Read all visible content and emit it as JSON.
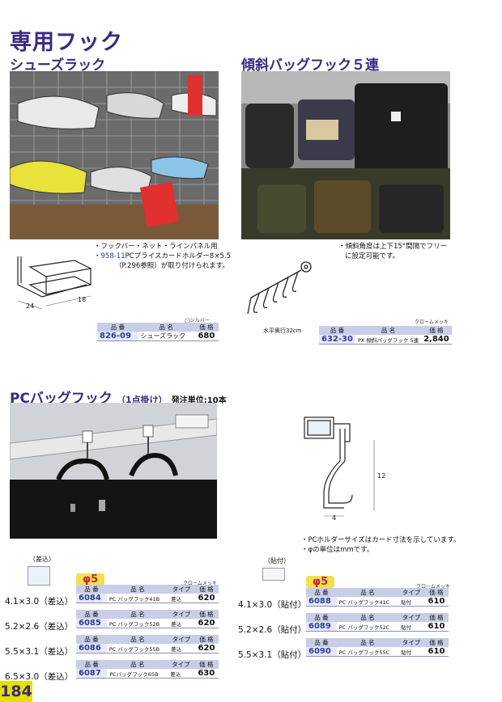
{
  "page": {
    "title": "専用フック",
    "number": "184"
  },
  "shoe_rack": {
    "subtitle": "シューズラック",
    "notes": [
      "・フックバー・ネット・ラインパネル用"
    ],
    "note_code": "958-11",
    "note_rest": "PCプライスカードホルダー8×5.5",
    "note_ref": "（P.296参照）が取り付けられます。",
    "dims": [
      "24",
      "18"
    ],
    "finish": "シルバー",
    "table": {
      "headers": [
        "品 番",
        "品 名",
        "価 格"
      ],
      "rows": [
        {
          "code": "826-09",
          "name": "シューズラック",
          "price": "680"
        }
      ]
    }
  },
  "bag_hook": {
    "subtitle": "傾斜バッグフック５連",
    "notes": [
      "・傾斜角度は上下15°間隔でフリー",
      "に設定可能です。"
    ],
    "dim": "水平奥行32cm",
    "finish": "クロームメッキ",
    "table": {
      "headers": [
        "品 番",
        "品 名",
        "価 格"
      ],
      "rows": [
        {
          "code": "632-30",
          "name": "PX 傾斜バッグフック 5連",
          "price": "2,840"
        }
      ]
    }
  },
  "pc_hook": {
    "subtitle": "PCバッグフック",
    "subtitle2": "（1点掛け）",
    "order_unit": "発注単位:10本",
    "notes": [
      "・PCホルダーサイズはカード寸法を示しています。",
      "・φの単位はmmです。"
    ],
    "dims": [
      "12",
      "4"
    ],
    "left": {
      "type_label": "（差込）",
      "phi": "φ5",
      "finish": "クロームメッキ",
      "headers": [
        "品 番",
        "品 名",
        "タイプ",
        "価 格"
      ],
      "rows": [
        {
          "size": "4.1×3.0（差込）",
          "code": "6084",
          "name": "PC バッグフック41B",
          "type": "差込",
          "price": "620"
        },
        {
          "size": "5.2×2.6（差込）",
          "code": "6085",
          "name": "PC バッグフック52B",
          "type": "差込",
          "price": "620"
        },
        {
          "size": "5.5×3.1（差込）",
          "code": "6086",
          "name": "PC バッグフック55B",
          "type": "差込",
          "price": "620"
        },
        {
          "size": "6.5×3.0（差込）",
          "code": "6087",
          "name": "PCバッグフック65B",
          "type": "差込",
          "price": "630"
        }
      ]
    },
    "right": {
      "type_label": "（貼付）",
      "phi": "φ5",
      "finish": "クロームメッキ",
      "headers": [
        "品 番",
        "品 名",
        "タイプ",
        "価 格"
      ],
      "rows": [
        {
          "size": "4.1×3.0（貼付）",
          "code": "6088",
          "name": "PC バッグフック41C",
          "type": "貼付",
          "price": "610"
        },
        {
          "size": "5.2×2.6（貼付）",
          "code": "6089",
          "name": "PC バッグフック52C",
          "type": "貼付",
          "price": "610"
        },
        {
          "size": "5.5×3.1（貼付）",
          "code": "6090",
          "name": "PC バッグフック55C",
          "type": "貼付",
          "price": "610"
        }
      ]
    }
  }
}
